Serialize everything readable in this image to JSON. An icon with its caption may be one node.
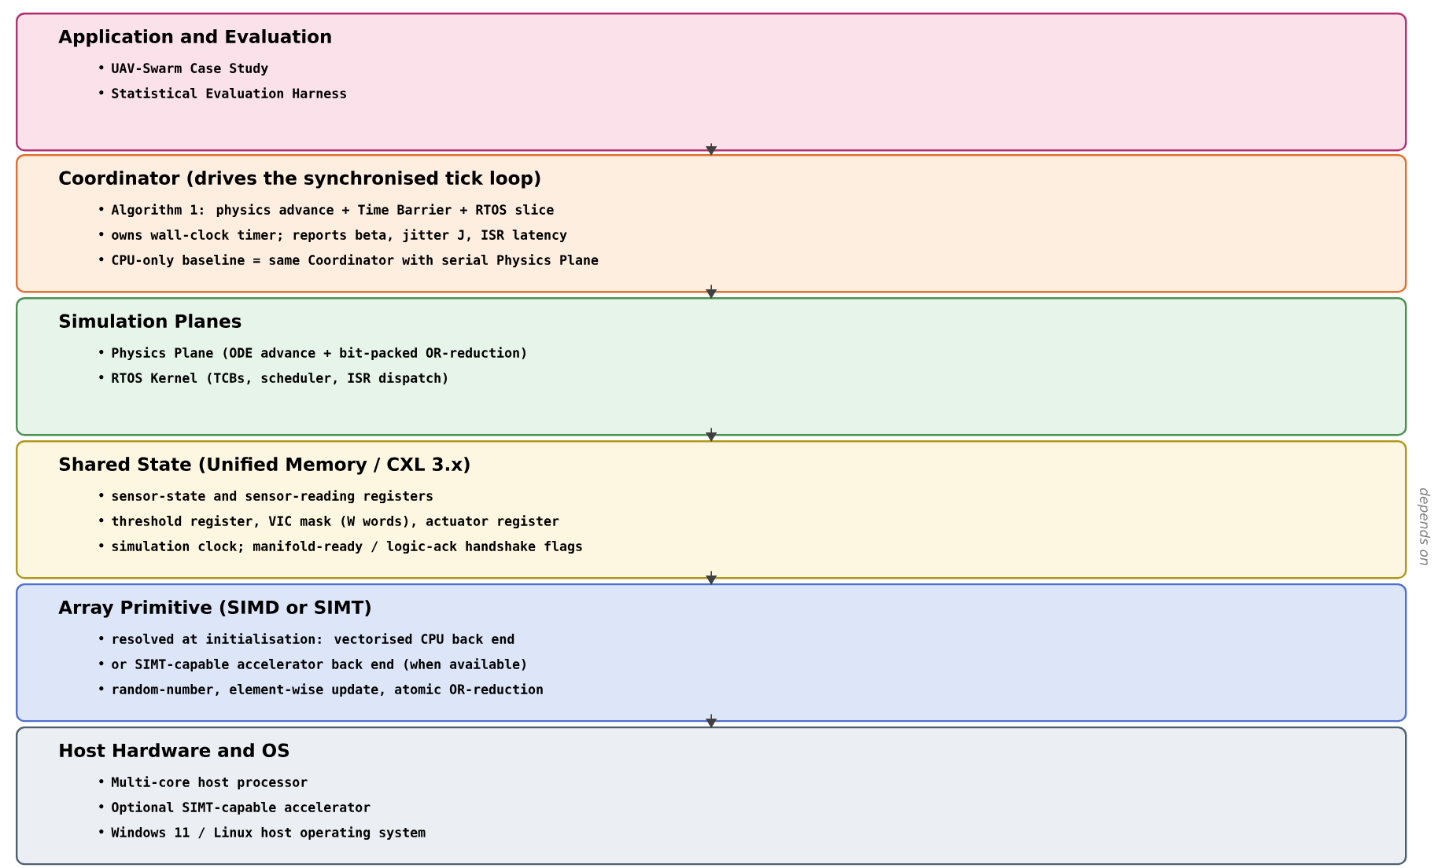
{
  "diagram": {
    "nodes": [
      {
        "text": [
          "Application and Evaluation",
          "UAV-Swarm Case Study",
          "Statistical Evaluation Harness"
        ]
      },
      {
        "text": [
          "Coordinator   (drives the synchronised tick loop)",
          "Algorithm 1: physics advance + Time Barrier + RTOS slice",
          "owns wall-clock timer; reports beta, jitter J, ISR latency",
          "CPU-only baseline = same Coordinator with serial Physics Plane"
        ]
      },
      {
        "text": [
          "Simulation Planes",
          "Physics Plane   (ODE advance + bit-packed OR-reduction)",
          "RTOS Kernel   (TCBs, scheduler, ISR dispatch)"
        ]
      },
      {
        "text": [
          "Shared State (Unified Memory / CXL 3.x)",
          "sensor-state and sensor-reading registers",
          "threshold register, VIC mask (W words), actuator register",
          "simulation clock; manifold-ready / logic-ack handshake flags"
        ]
      },
      {
        "text": [
          "Array Primitive (SIMD or SIMT)",
          "resolved at initialisation: vectorised CPU back end",
          "or SIMT-capable accelerator back end (when available)",
          "random-number, element-wise update, atomic OR-reduction"
        ]
      },
      {
        "text": [
          "Host Hardware and OS",
          "Multi-core host processor",
          "Optional SIMT-capable accelerator",
          "Windows 11 / Linux host operating system"
        ]
      }
    ],
    "edges": [
      {
        "from": 0,
        "to": 1,
        "arrow": "to"
      },
      {
        "from": 1,
        "to": 2,
        "arrow": "to"
      },
      {
        "from": 2,
        "to": 3,
        "arrow": "to"
      },
      {
        "from": 3,
        "to": 4,
        "arrow": "to"
      },
      {
        "from": 4,
        "to": 5,
        "arrow": "to"
      }
    ],
    "labels": [
      "depends on"
    ]
  }
}
